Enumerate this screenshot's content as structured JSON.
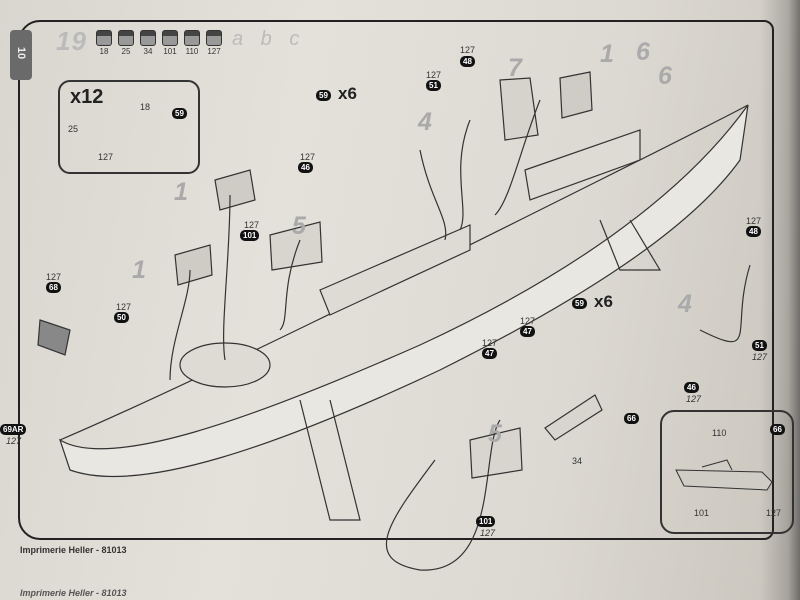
{
  "page": {
    "page_number": "10",
    "step_number": "19",
    "paints": [
      "18",
      "25",
      "34",
      "101",
      "110",
      "127"
    ],
    "paint_variants": "a b c",
    "footer": "Imprimerie Heller - 81013",
    "footer_bleed": "Imprimerie Heller - 81013"
  },
  "inset": {
    "quantity": "x12",
    "part_a": "18",
    "part_b": "25",
    "part_badge": "59",
    "part_c": "127"
  },
  "callouts": {
    "c48_top_color": "127",
    "c48_top": "48",
    "c51_top_color": "127",
    "c51_top": "51",
    "c59_top": "59",
    "c59_top_qty": "x6",
    "c46_top_color": "127",
    "c46_top": "46",
    "c101_color": "127",
    "c101": "101",
    "c68_color": "127",
    "c68": "68",
    "c50_color": "127",
    "c50": "50",
    "c69ar": "69AR",
    "c69ar_color": "127",
    "c47a_color": "127",
    "c47a": "47",
    "c47b_color": "127",
    "c47b": "47",
    "c48_right_color": "127",
    "c48_right": "48",
    "c59_mid": "59",
    "c59_mid_qty": "x6",
    "c51_right": "51",
    "c51_right_color": "127",
    "c46_mid": "46",
    "c46_mid_color": "127",
    "c66": "66",
    "c34": "34",
    "c101_bottom": "101",
    "c101_bottom_color": "127"
  },
  "subassemblies": {
    "s1_top": "1",
    "s6_a": "6",
    "s6_b": "6",
    "s7": "7",
    "s4_top": "4",
    "s1_left_a": "1",
    "s1_left_b": "1",
    "s5_top": "5",
    "s4_right": "4",
    "s5_bottom": "5"
  },
  "detail": {
    "badge": "66",
    "label_110": "110",
    "label_101": "101",
    "label_127": "127"
  }
}
